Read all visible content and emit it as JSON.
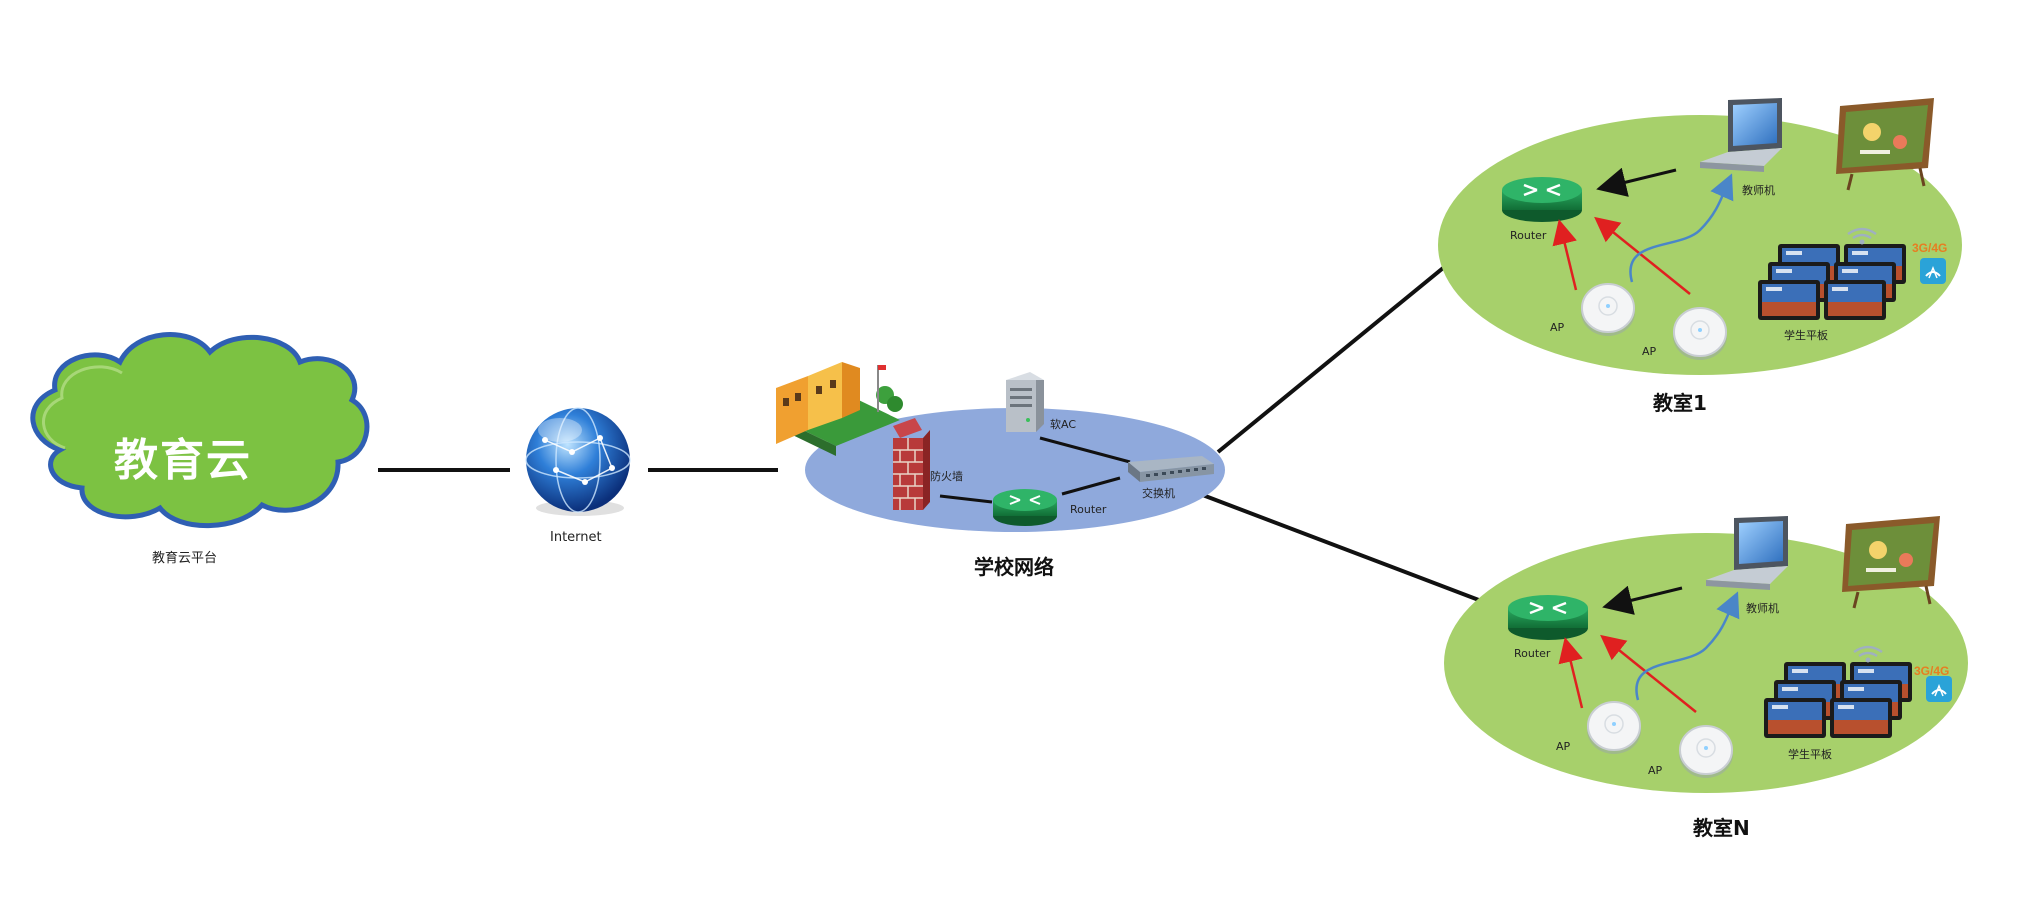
{
  "cloud": {
    "title": "教育云",
    "caption": "教育云平台"
  },
  "internet": {
    "label": "Internet"
  },
  "school": {
    "title": "学校网络",
    "firewall": "防火墙",
    "soft_ac": "软AC",
    "router": "Router",
    "switch": "交换机"
  },
  "classrooms": [
    {
      "title": "教室1",
      "router": "Router",
      "teacher": "教师机",
      "ap1": "AP",
      "ap2": "AP",
      "tablets": "学生平板",
      "network": "3G/4G"
    },
    {
      "title": "教室N",
      "router": "Router",
      "teacher": "教师机",
      "ap1": "AP",
      "ap2": "AP",
      "tablets": "学生平板",
      "network": "3G/4G"
    }
  ],
  "colors": {
    "cloud_fill": "#7cc242",
    "cloud_border": "#2f5fb3",
    "school_area": "#8fa9dc",
    "classroom_area": "#a7d06b",
    "router": "#1e8c4a",
    "arrow_black": "#111111",
    "arrow_red": "#e02020",
    "arrow_blue": "#4a86c8"
  }
}
